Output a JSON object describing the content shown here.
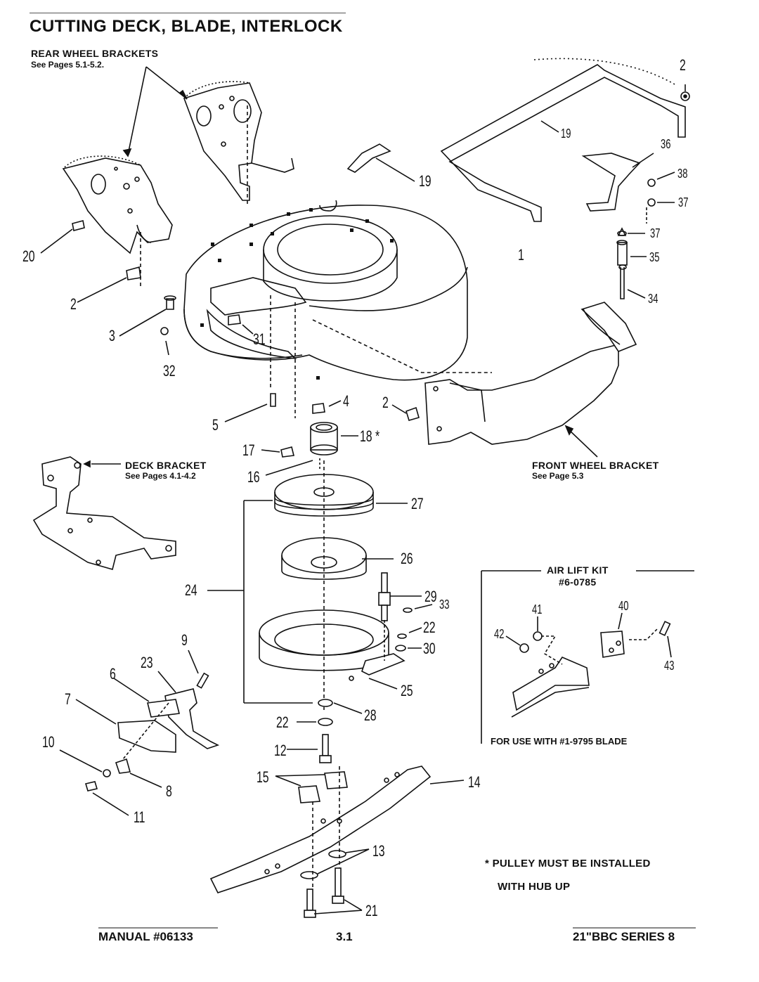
{
  "header": {
    "title": "CUTTING DECK, BLADE, INTERLOCK"
  },
  "callouts": {
    "rear_wheel_brackets": "REAR WHEEL BRACKETS",
    "rear_wheel_pages": "See Pages 5.1-5.2.",
    "deck_bracket": "DECK BRACKET",
    "deck_bracket_pages": "See Pages 4.1-4.2",
    "front_wheel_bracket": "FRONT WHEEL BRACKET",
    "front_wheel_page": "See Page 5.3",
    "air_lift_kit": "AIR LIFT KIT",
    "air_lift_number": "#6-0785",
    "air_lift_note": "FOR USE WITH #1-9795 BLADE",
    "pulley_note_line1": "* PULLEY MUST BE INSTALLED",
    "pulley_note_line2": "WITH HUB UP"
  },
  "part_numbers": {
    "p1": "1",
    "p2a": "2",
    "p2b": "2",
    "p2c": "2",
    "p3": "3",
    "p4": "4",
    "p5": "5",
    "p6": "6",
    "p7": "7",
    "p8": "8",
    "p9": "9",
    "p10": "10",
    "p11": "11",
    "p12": "12",
    "p13": "13",
    "p14": "14",
    "p15": "15",
    "p16": "16",
    "p17": "17",
    "p18": "18 *",
    "p19a": "19",
    "p19b": "19",
    "p20": "20",
    "p21": "21",
    "p22a": "22",
    "p22b": "22",
    "p23": "23",
    "p24": "24",
    "p25": "25",
    "p26": "26",
    "p27": "27",
    "p28": "28",
    "p29": "29",
    "p30": "30",
    "p31": "31",
    "p32": "32",
    "p33": "33",
    "p34": "34",
    "p35": "35",
    "p36": "36",
    "p37a": "37",
    "p37b": "37",
    "p38": "38",
    "p40": "40",
    "p41": "41",
    "p42": "42",
    "p43": "43"
  },
  "footer": {
    "manual": "MANUAL #06133",
    "page": "3.1",
    "series": "21\"BBC SERIES 8"
  }
}
